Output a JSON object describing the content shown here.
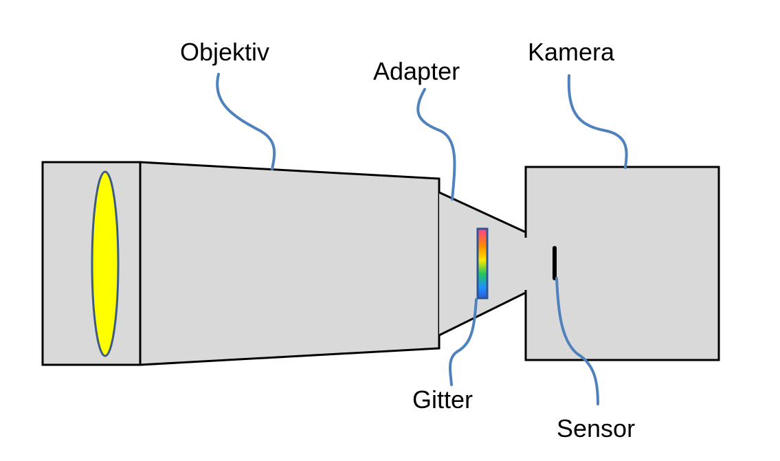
{
  "labels": {
    "objektiv": "Objektiv",
    "adapter": "Adapter",
    "kamera": "Kamera",
    "gitter": "Gitter",
    "sensor": "Sensor"
  },
  "colors": {
    "body_fill": "#d9d9d9",
    "outline": "#000000",
    "leader_line": "#4f81bd",
    "lens_fill": "#ffff00",
    "lens_outline": "#3d5a80",
    "sensor": "#000000",
    "grating_gradient": [
      "#ff3f8f",
      "#ff8c00",
      "#ffe600",
      "#22c55e",
      "#1e90ff",
      "#2b5bd7"
    ]
  }
}
